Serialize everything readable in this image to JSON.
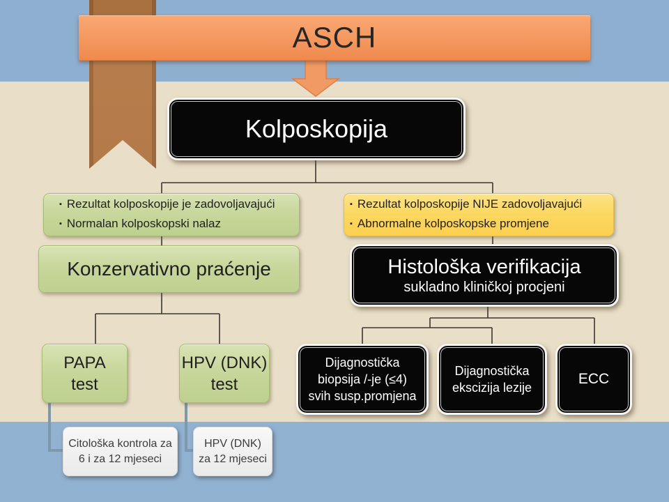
{
  "slide": {
    "title": "ASCH",
    "bullet_char": "▪",
    "nodes": {
      "kolposkopija": {
        "label": "Kolposkopija"
      },
      "left_criteria": {
        "items": [
          "Rezultat kolposkopije je zadovoljavajući",
          "Normalan kolposkopski nalaz"
        ]
      },
      "right_criteria": {
        "items": [
          "Rezultat kolposkopije NIJE zadovoljavajući",
          "Abnormalne kolposkopske promjene"
        ]
      },
      "konzervativno": {
        "label": "Konzervativno praćenje"
      },
      "histoloska": {
        "line1": "Histološka verifikacija",
        "line2": "sukladno kliničkoj procjeni"
      },
      "papa": {
        "line1": "PAPA",
        "line2": "test"
      },
      "hpv": {
        "line1": "HPV (DNK)",
        "line2": "test"
      },
      "biopsija": {
        "line1": "Dijagnostička",
        "line2": "biopsija /-je (≤4)",
        "line3": "svih susp.promjena"
      },
      "ekscizija": {
        "line1": "Dijagnostička",
        "line2": "ekscizija lezije"
      },
      "ecc": {
        "label": "ECC"
      },
      "citoloska": {
        "line1": "Citološka kontrola za",
        "line2": "6 i za 12 mjeseci"
      },
      "hpv_12": {
        "line1": "HPV (DNK)",
        "line2": "za 12 mjeseci"
      }
    },
    "colors": {
      "band_blue_top": "#8fafd0",
      "band_blue_bottom": "#92b2d1",
      "background_tan": "#e9dec7",
      "banner_orange": "#f59a62",
      "ribbon_brown": "#b57b4b",
      "node_green": "#c9d89c",
      "node_yellow": "#fcd75f",
      "node_black": "#070707",
      "node_gray": "#efefef",
      "connector_dark": "#3a352e",
      "connector_steel": "#7e98ae"
    }
  }
}
